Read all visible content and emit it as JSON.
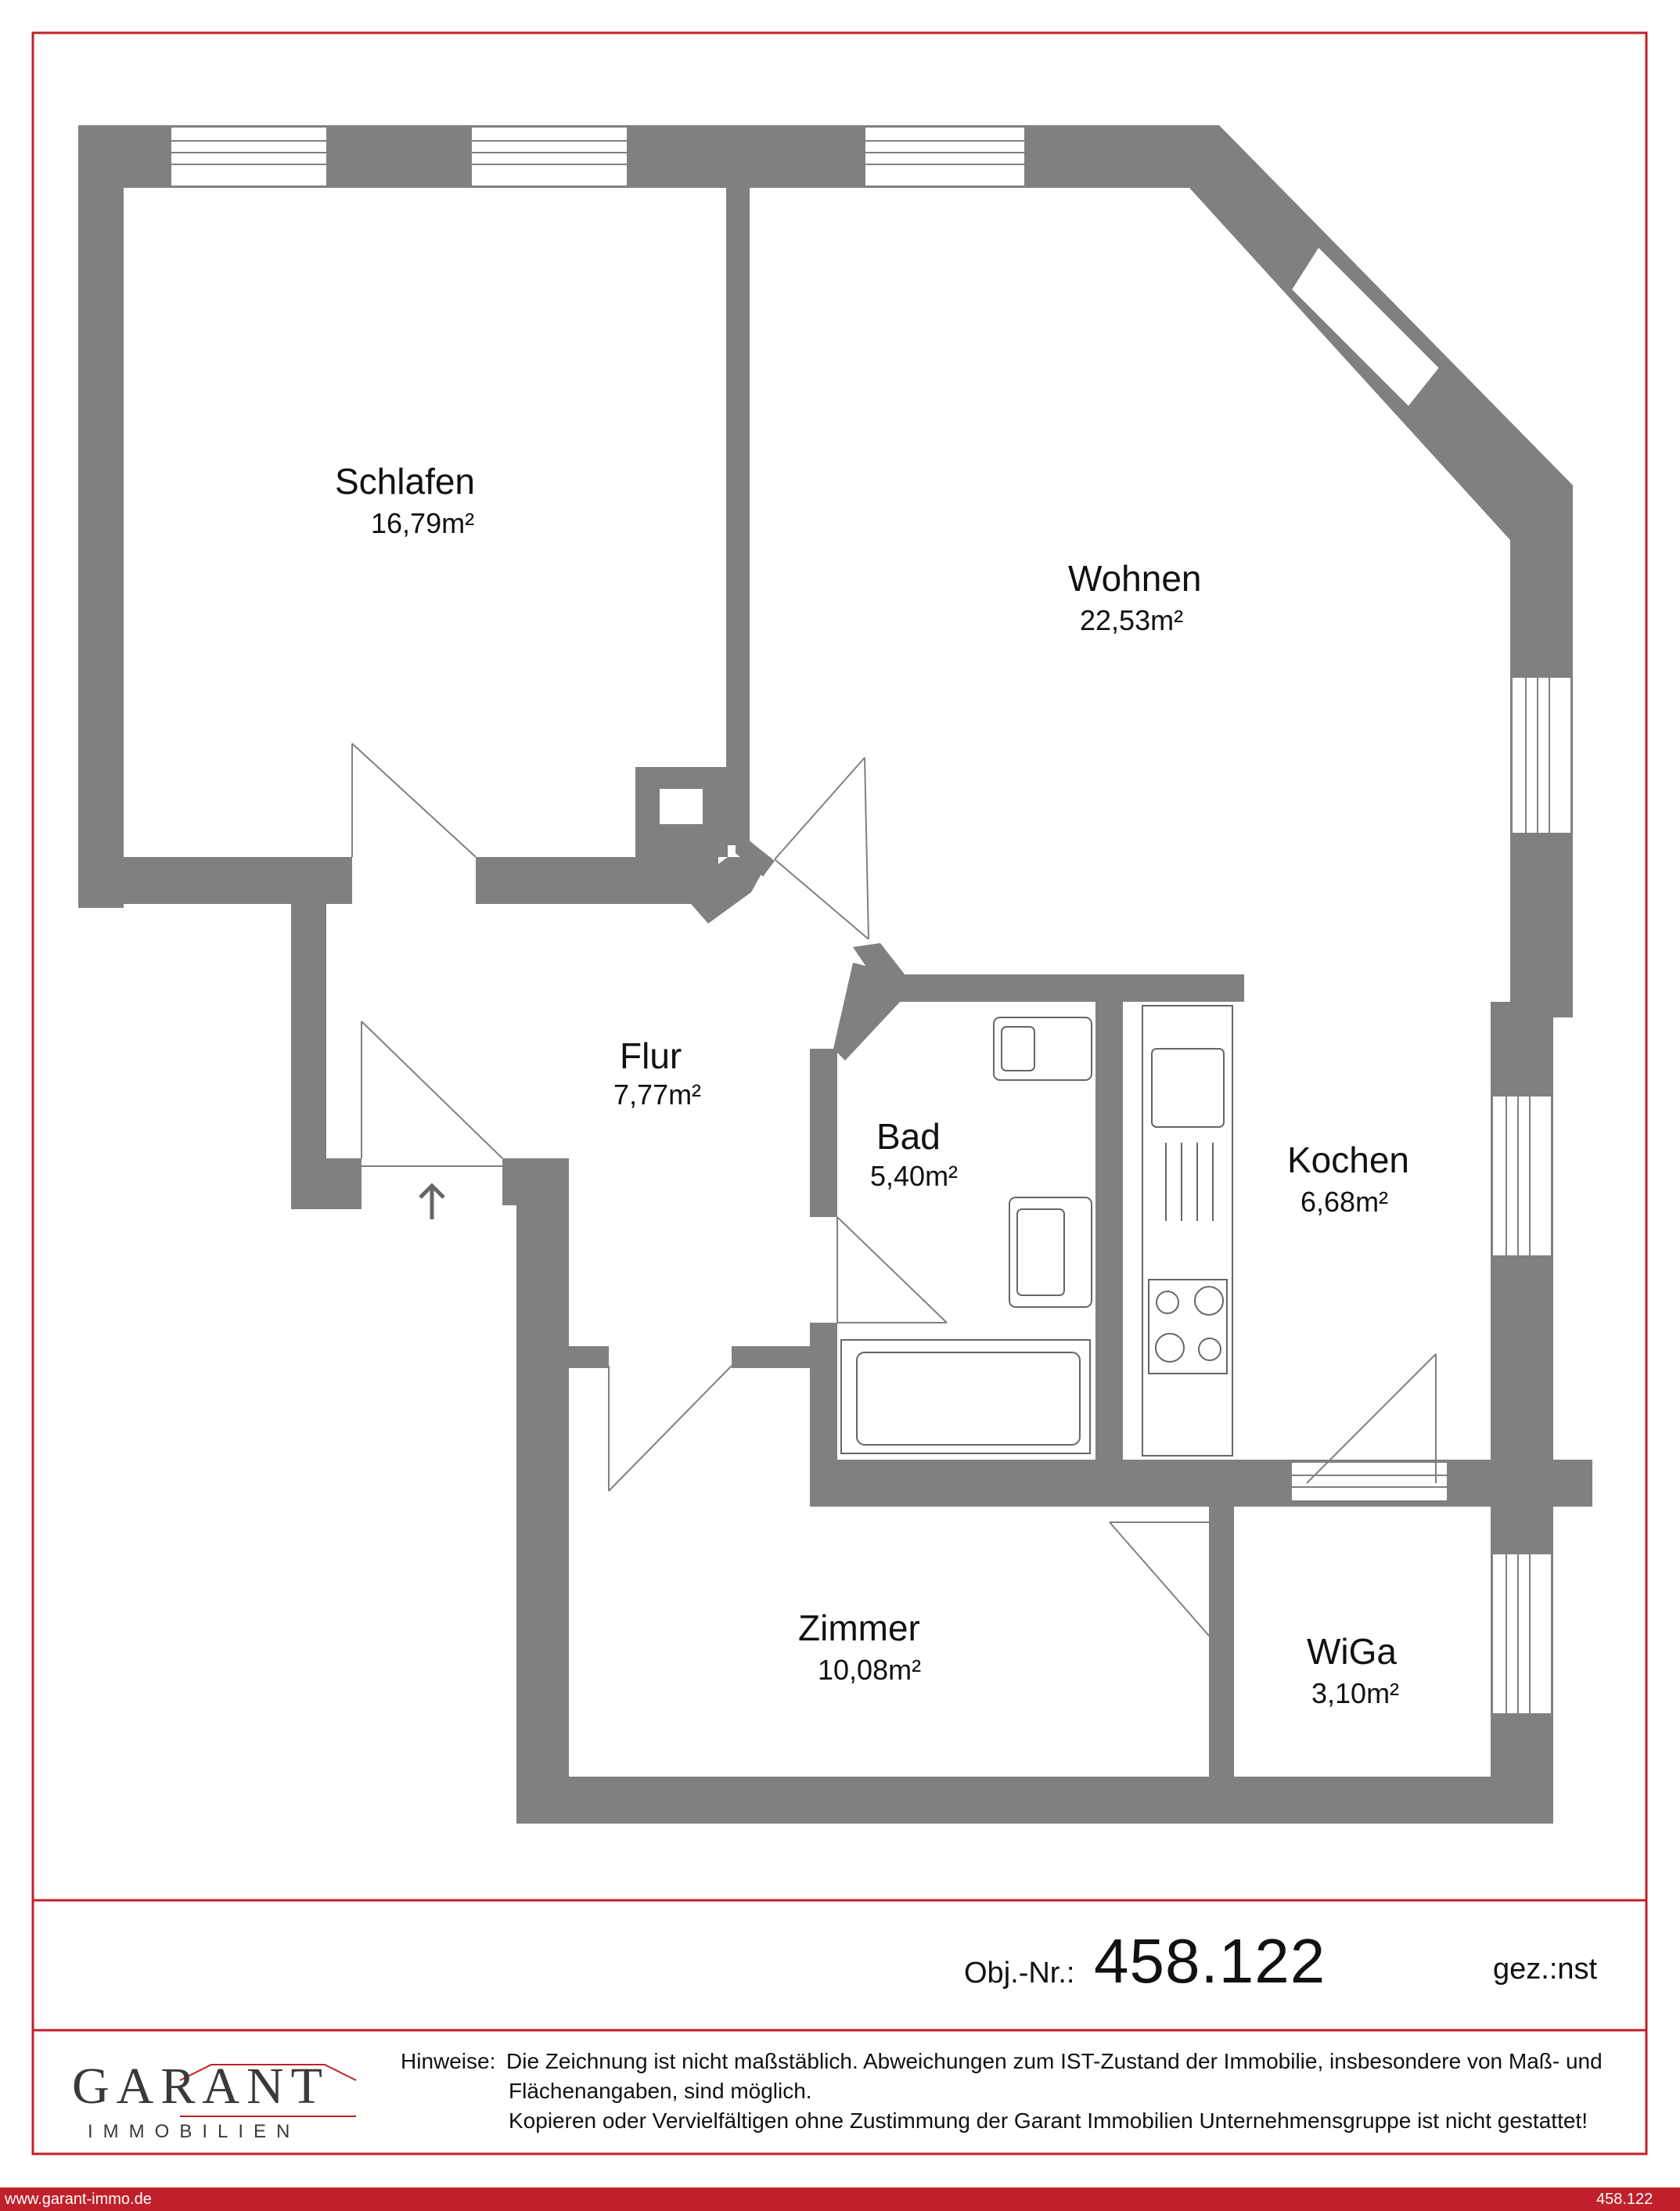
{
  "colors": {
    "wall": "#808080",
    "frame": "#c0202a",
    "footer": "#c0202a",
    "window": "#ffffff",
    "fixture": "#666666"
  },
  "rooms": {
    "schlafen": {
      "name": "Schlafen",
      "area": "16,79m²"
    },
    "wohnen": {
      "name": "Wohnen",
      "area": "22,53m²"
    },
    "flur": {
      "name": "Flur",
      "area": "7,77m²"
    },
    "bad": {
      "name": "Bad",
      "area": "5,40m²"
    },
    "kochen": {
      "name": "Kochen",
      "area": "6,68m²"
    },
    "zimmer": {
      "name": "Zimmer",
      "area": "10,08m²"
    },
    "wiga": {
      "name": "WiGa",
      "area": "3,10m²"
    }
  },
  "title_block": {
    "obj_label": "Obj.-Nr.:",
    "obj_number": "458.122",
    "drawn_by": "gez.:nst"
  },
  "notes": {
    "label": "Hinweise:",
    "line1": "Die Zeichnung ist nicht maßstäblich. Abweichungen zum IST-Zustand der Immobilie, insbesondere von Maß- und",
    "line2": "Flächenangaben, sind möglich.",
    "line3": "Kopieren oder Vervielfältigen ohne Zustimmung der Garant Immobilien Unternehmensgruppe ist nicht gestattet!"
  },
  "logo": {
    "word": "GARANT",
    "sub": "IMMOBILIEN"
  },
  "footer": {
    "url": "www.garant-immo.de",
    "id": "458.122"
  }
}
